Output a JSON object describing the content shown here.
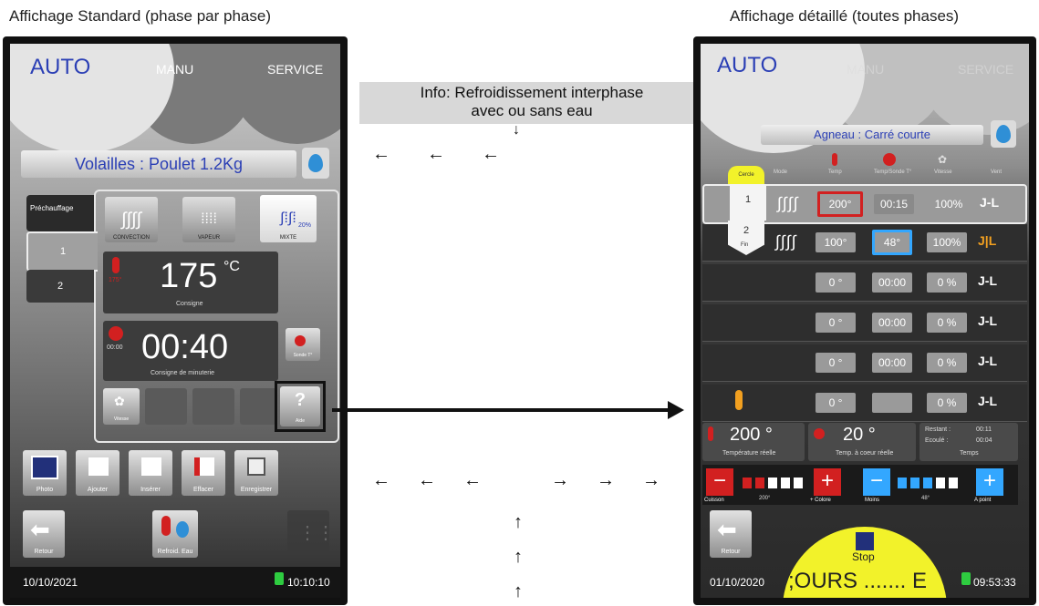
{
  "captions": {
    "left": "Affichage Standard (phase par phase)",
    "right": "Affichage détaillé (toutes phases)"
  },
  "info_box": {
    "line1": "Info: Refroidissement interphase",
    "line2": "avec ou sans eau"
  },
  "arrows": {
    "left": "←",
    "right": "→",
    "up": "↑",
    "down": "↓"
  },
  "left_device": {
    "tabs": {
      "auto": "AUTO",
      "manu": "MANU",
      "service": "SERVICE"
    },
    "recipe_title": "Volailles : Poulet 1.2Kg",
    "phase_tabs": {
      "preheat": "Préchauffage",
      "phase1": "1",
      "phase2": "2"
    },
    "modes": [
      {
        "label": "CONVECTION",
        "icon": "convection-icon"
      },
      {
        "label": "VAPEUR",
        "icon": "steam-icon"
      },
      {
        "label": "MIXTE",
        "sub": "20%",
        "icon": "mixed-icon"
      }
    ],
    "temperature": {
      "small": "175°",
      "value": "175",
      "unit": "°C",
      "caption": "Consigne"
    },
    "time": {
      "small": "00:00",
      "value": "00:40",
      "caption": "Consigne de minuterie"
    },
    "core_probe_caption": "Sonde T°",
    "fan_caption": "Vitesse",
    "help": {
      "symbol": "?",
      "caption": "Aide"
    },
    "actions": [
      {
        "label": "Photo"
      },
      {
        "label": "Ajouter"
      },
      {
        "label": "Insérer"
      },
      {
        "label": "Effacer"
      },
      {
        "label": "Enregistrer"
      }
    ],
    "back_label": "Retour",
    "cool_label": "Refroid. Eau",
    "date": "10/10/2021",
    "time_now": "10:10:10"
  },
  "right_device": {
    "tabs": {
      "auto": "AUTO",
      "manu": "MANU",
      "service": "SERVICE"
    },
    "recipe_title": "Agneau : Carré courte",
    "columns": [
      "Cercle",
      "Mode",
      "Temp",
      "Temp/Sonde T°",
      "Vitesse",
      "Vent"
    ],
    "rows": [
      {
        "phase": "1",
        "mode": "∫∫∫∫",
        "temp": "200°",
        "time": "00:15",
        "speed": "100%",
        "vent": "J-L"
      },
      {
        "phase": "2",
        "phase_sub": "Fin",
        "mode": "∫∫∫∫",
        "temp": "100°",
        "time": "48°",
        "speed": "100%",
        "vent": "J|L"
      },
      {
        "temp": "0 °",
        "time": "00:00",
        "speed": "0 %",
        "vent": "J-L"
      },
      {
        "temp": "0 °",
        "time": "00:00",
        "speed": "0 %",
        "vent": "J-L"
      },
      {
        "temp": "0 °",
        "time": "00:00",
        "speed": "0 %",
        "vent": "J-L"
      },
      {
        "temp": "0 °",
        "time": "",
        "speed": "0 %",
        "vent": "J-L"
      }
    ],
    "temp_read": {
      "value": "200 °",
      "caption": "Température réelle"
    },
    "core_read": {
      "value": "20 °",
      "caption": "Temp. à coeur réelle"
    },
    "timer": {
      "remaining_label": "Restant :",
      "remaining": "00:11",
      "elapsed_label": "Ecoulé :",
      "elapsed": "00:04",
      "caption": "Temps"
    },
    "temp_adjust": {
      "minus": "Cuisson",
      "value": "200°",
      "plus": "+ Colore"
    },
    "core_adjust": {
      "minus": "Moins",
      "value": "48°",
      "plus": "A point"
    },
    "back_label": "Retour",
    "stop_label": "Stop",
    "status": ";OURS ....... E",
    "date": "01/10/2020",
    "time_now": "09:53:33"
  },
  "colors": {
    "accent_blue": "#2b3fb5",
    "alert_red": "#d22020",
    "status_yellow": "#f2f22a",
    "highlight_blue": "#33a7ff"
  }
}
